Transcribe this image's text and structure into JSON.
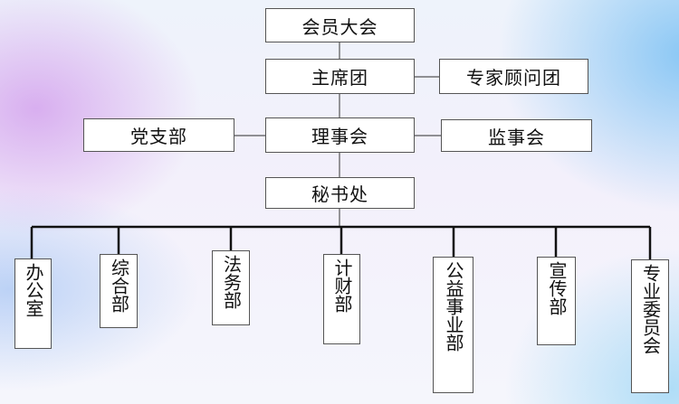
{
  "org": {
    "assembly": "会员大会",
    "chair": "主席团",
    "experts": "专家顾问团",
    "party": "党支部",
    "council": "理事会",
    "supervisors": "监事会",
    "secretariat": "秘书处",
    "departments": [
      "办公室",
      "综合部",
      "法务部",
      "计财部",
      "公益事业部",
      "宣传部",
      "专业委员会"
    ]
  }
}
